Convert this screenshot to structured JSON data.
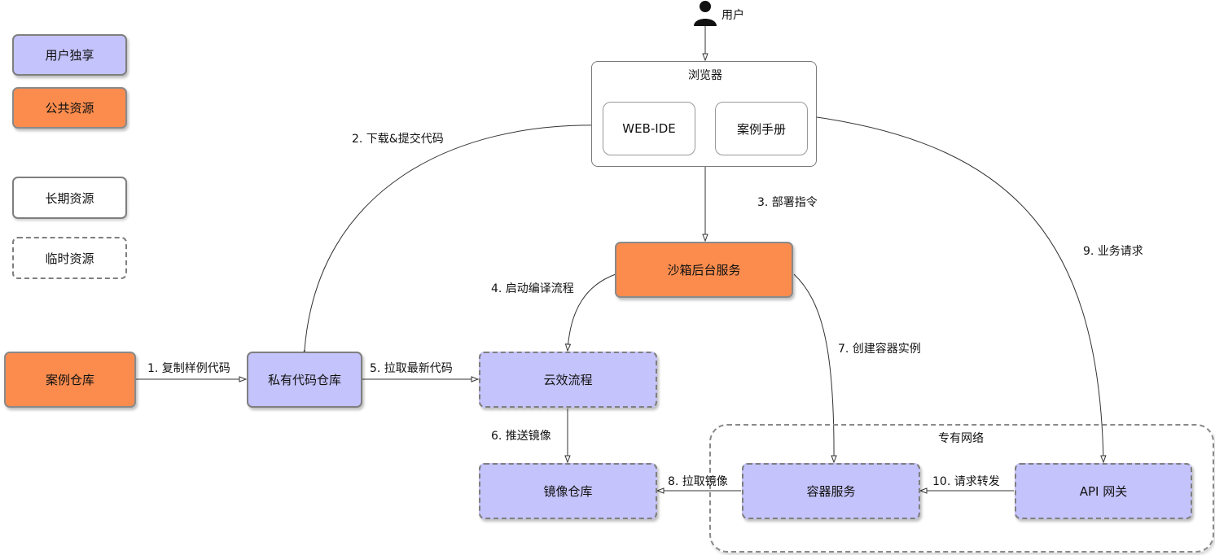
{
  "legend": {
    "user_exclusive": "用户独享",
    "public": "公共资源",
    "long_term": "长期资源",
    "temporary": "临时资源"
  },
  "user": {
    "label": "用户"
  },
  "browser": {
    "title": "浏览器",
    "web_ide": "WEB-IDE",
    "manual": "案例手册"
  },
  "nodes": {
    "sandbox": "沙箱后台服务",
    "case_repo": "案例仓库",
    "private_repo": "私有代码仓库",
    "yunxiao": "云效流程",
    "image_repo": "镜像仓库",
    "container": "容器服务",
    "api_gateway": "API 网关"
  },
  "vpc": {
    "title": "专有网络"
  },
  "edges": {
    "e1": "1. 复制样例代码",
    "e2": "2. 下载&提交代码",
    "e3": "3. 部署指令",
    "e4": "4. 启动编译流程",
    "e5": "5. 拉取最新代码",
    "e6": "6. 推送镜像",
    "e7": "7. 创建容器实例",
    "e8": "8. 拉取镜像",
    "e9": "9. 业务请求",
    "e10": "10. 请求转发"
  },
  "colors": {
    "purple": "#c4c3fb",
    "orange": "#fb8c4e",
    "border": "#7f7f7f"
  }
}
